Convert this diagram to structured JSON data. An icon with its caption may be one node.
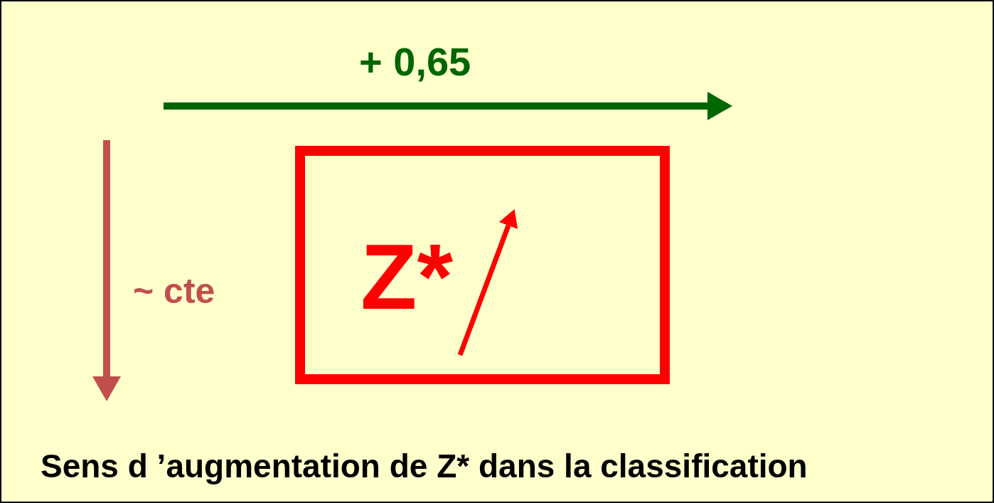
{
  "diagram": {
    "caption": "Sens d ’augmentation de Z* dans la classification",
    "nodes": [
      {
        "text": [
          "Z*"
        ]
      }
    ],
    "labels": [
      "+ 0,65",
      "~ cte"
    ]
  }
}
